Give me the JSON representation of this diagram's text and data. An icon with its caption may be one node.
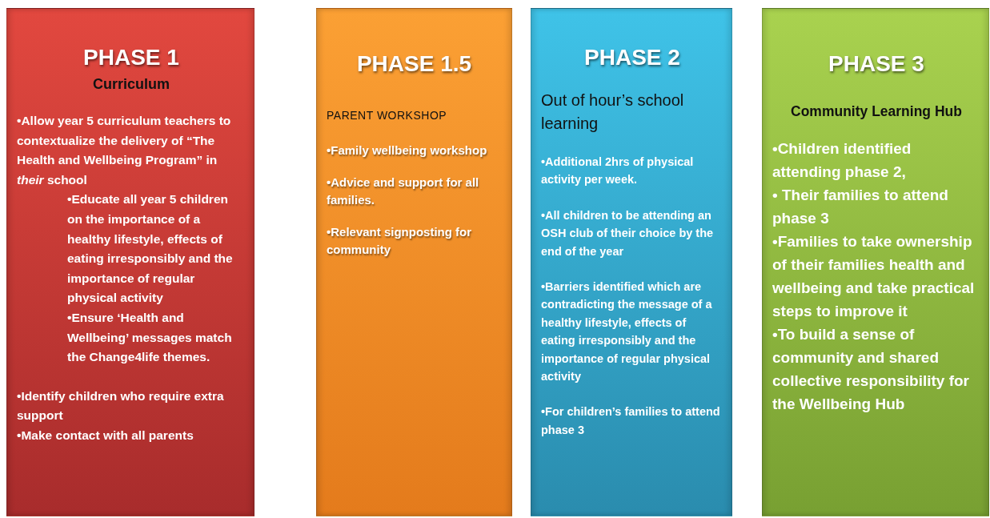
{
  "diagram": {
    "nodes": [
      {
        "text": [
          "PHASE 1",
          "Curriculum",
          "•Allow year 5 curriculum teachers to contextualize the delivery of “The Health and Wellbeing Program” in *their* school",
          "•Educate all year 5 children on the importance of a healthy lifestyle, effects of eating irresponsibly and the importance of regular physical activity",
          "•Ensure ‘Health and Wellbeing’ messages match the Change4life themes.",
          "•Identify children who require extra support",
          "•Make contact with all parents"
        ]
      },
      {
        "text": [
          "PHASE 1.5",
          "PARENT  WORKSHOP",
          "•Family wellbeing workshop",
          "•Advice and support for all families.",
          "•Relevant signposting for community"
        ]
      },
      {
        "text": [
          "PHASE 2",
          "Out of hour’s school learning",
          "•Additional 2hrs of physical activity per week.",
          "•All children to be attending an OSH club of their choice by the end of the year",
          "•Barriers identified which are contradicting the message of a healthy lifestyle, effects of eating irresponsibly and  the importance of regular physical activity",
          "•For children’s families to attend phase 3"
        ]
      },
      {
        "text": [
          "PHASE 3",
          "Community Learning Hub",
          "•Children identified attending phase 2,",
          "• Their families to attend phase 3",
          "•Families to take ownership of their families health and wellbeing and take practical steps to improve it",
          "•To build a sense of community and shared collective responsibility for the Wellbeing Hub"
        ]
      }
    ]
  }
}
